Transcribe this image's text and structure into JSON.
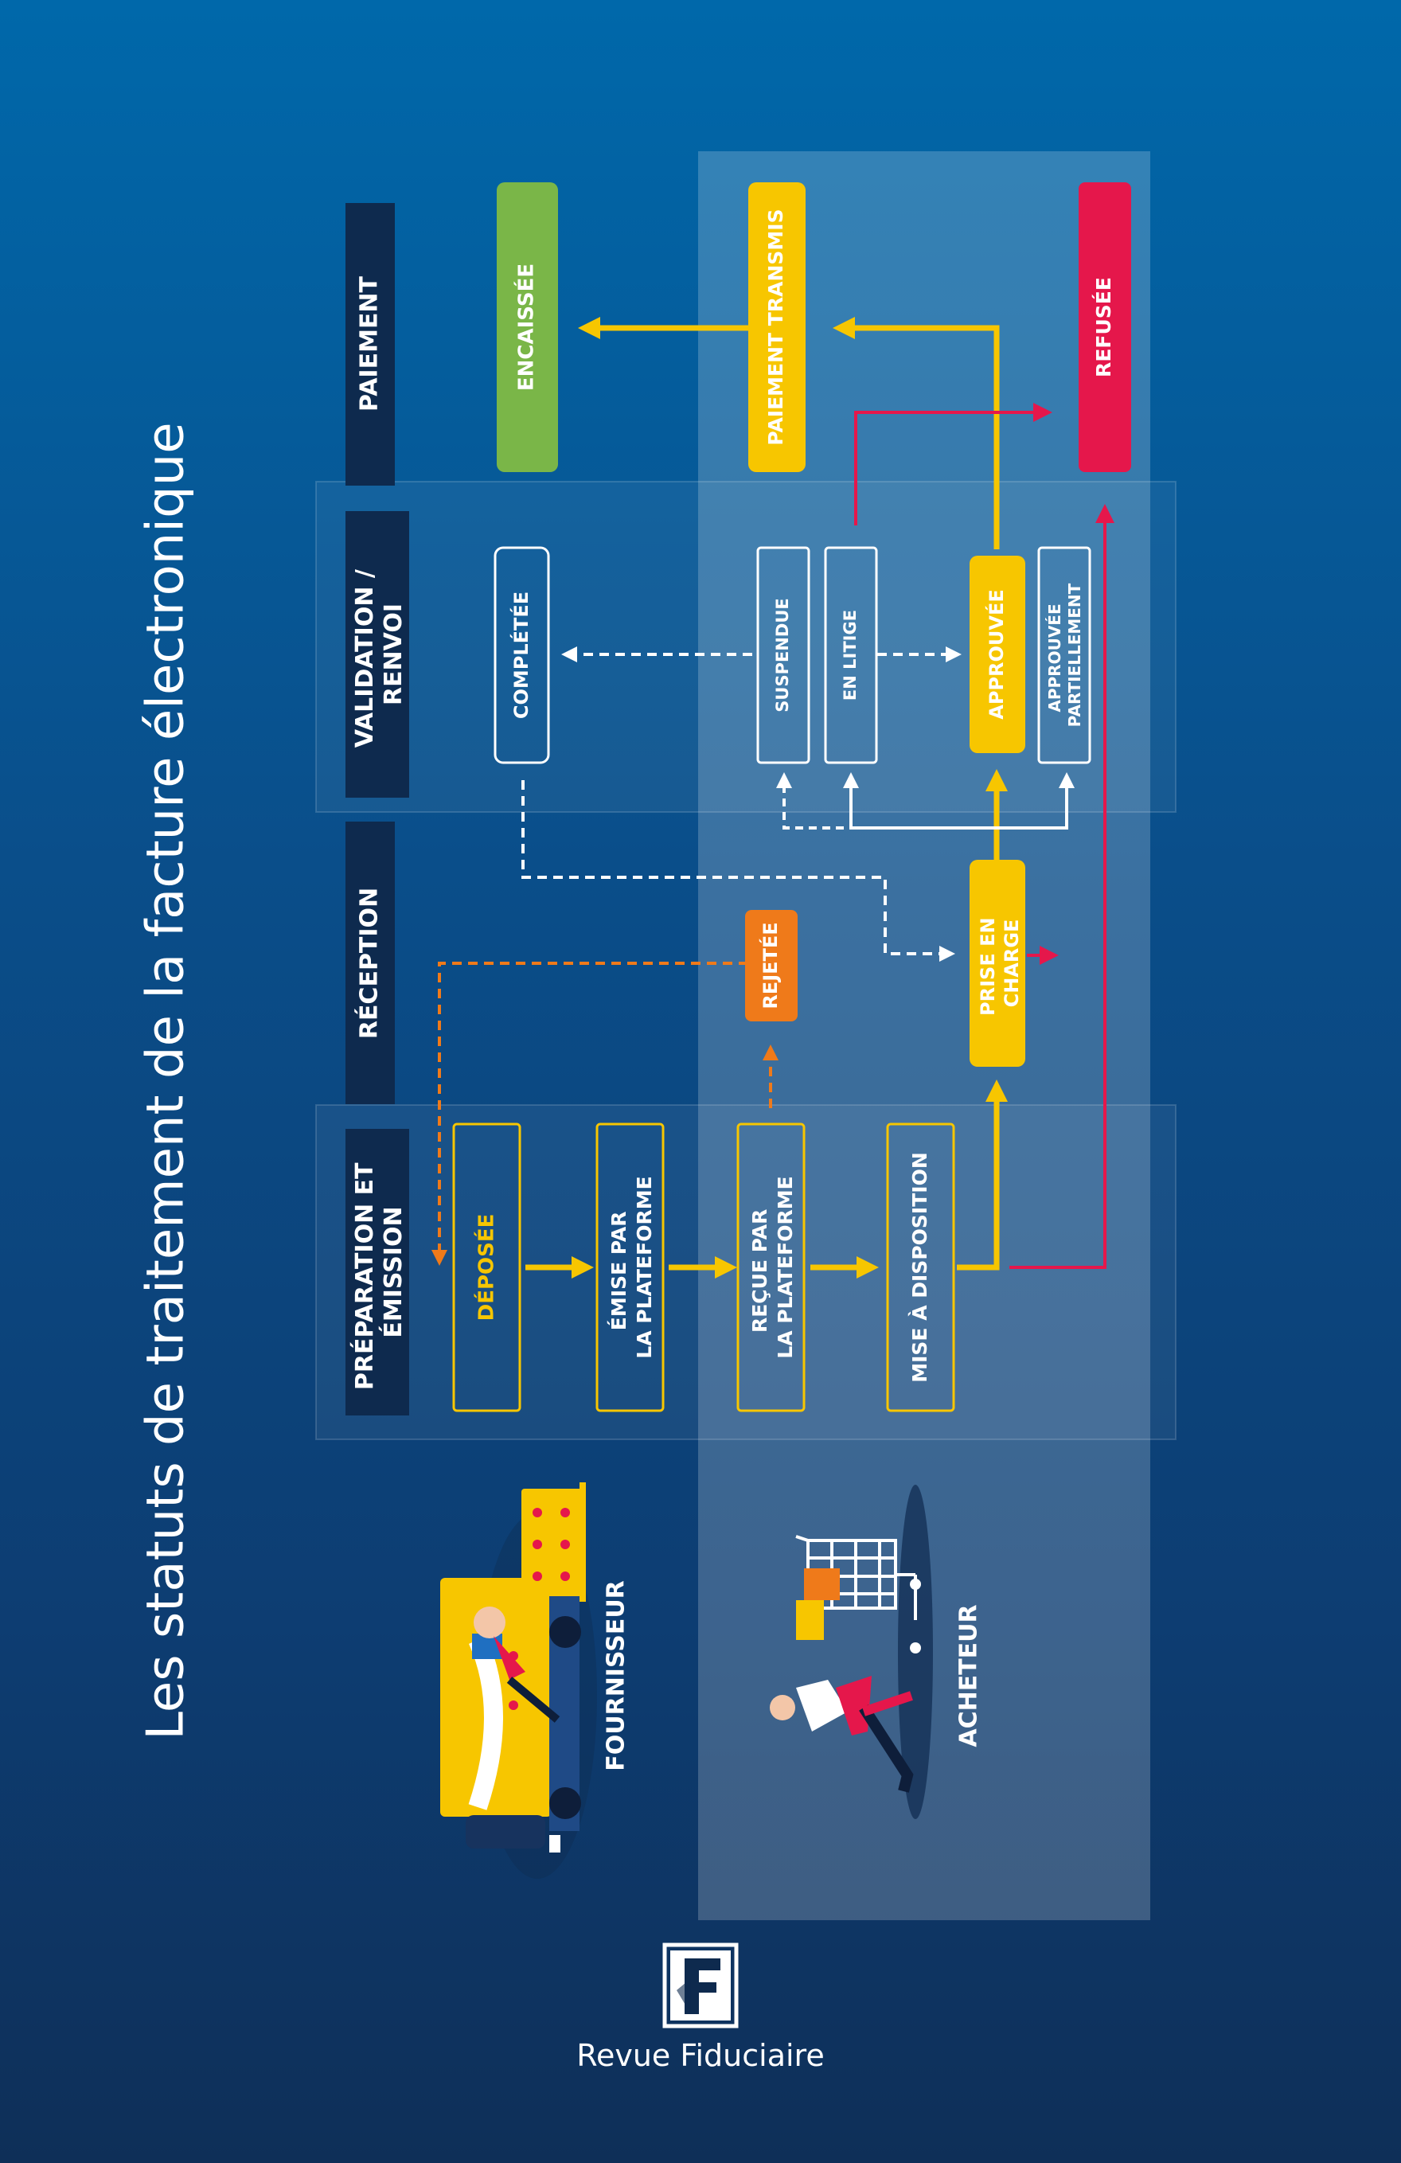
{
  "title": "Les statuts de traitement de la facture électronique",
  "phases": {
    "preparation": [
      "PRÉPARATION ET",
      "ÉMISSION"
    ],
    "reception": [
      "RÉCEPTION"
    ],
    "validation": [
      "VALIDATION /",
      "RENVOI"
    ],
    "paiement": [
      "PAIEMENT"
    ]
  },
  "statuses": {
    "deposee": [
      "DÉPOSÉE"
    ],
    "emise": [
      "ÉMISE PAR",
      "LA PLATEFORME"
    ],
    "recue": [
      "REÇUE PAR",
      "LA PLATEFORME"
    ],
    "mise_a_disposition": [
      "MISE À DISPOSITION"
    ],
    "rejetee": [
      "REJETÉE"
    ],
    "prise_en_charge": [
      "PRISE EN",
      "CHARGE"
    ],
    "completee": [
      "COMPLÉTÉE"
    ],
    "suspendue": [
      "SUSPENDUE"
    ],
    "en_litige": [
      "EN LITIGE"
    ],
    "approuvee": [
      "APPROUVÉE"
    ],
    "approuvee_partiellement": [
      "APPROUVÉE",
      "PARTIELLEMENT"
    ],
    "encaissee": [
      "ENCAISSÉE"
    ],
    "paiement_transmis": [
      "PAIEMENT TRANSMIS"
    ],
    "refusee": [
      "REFUSÉE"
    ]
  },
  "actors": {
    "fournisseur": "FOURNISSEUR",
    "acheteur": "ACHETEUR"
  },
  "brand": "Revue Fiduciaire",
  "colors": {
    "yellow": "#f7c600",
    "orange": "#ef7a1a",
    "red": "#e5174b",
    "green": "#7ab648",
    "navy": "#0e2a4e",
    "white": "#ffffff"
  },
  "icons": [
    "truck-icon",
    "shopping-cart-icon",
    "rf-logo-icon"
  ]
}
